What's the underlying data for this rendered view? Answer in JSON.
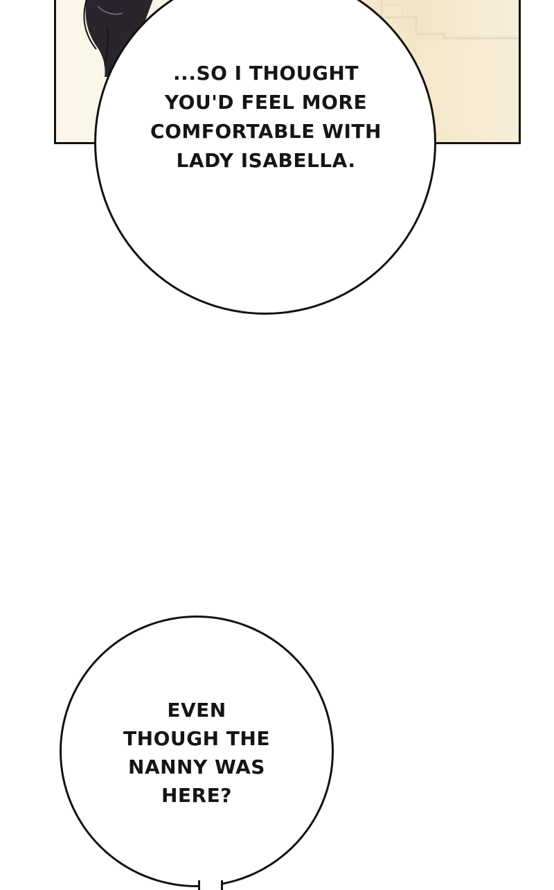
{
  "panel": {
    "art": "illustration-fragment"
  },
  "bubbles": [
    {
      "text": "...SO I THOUGHT YOU'D FEEL MORE COMFORTABLE WITH LADY ISABELLA."
    },
    {
      "text": "EVEN THOUGH THE NANNY WAS HERE?"
    }
  ],
  "colors": {
    "background": "#ffffff",
    "panel_tint": "#f6efdc",
    "ink": "#111111"
  }
}
